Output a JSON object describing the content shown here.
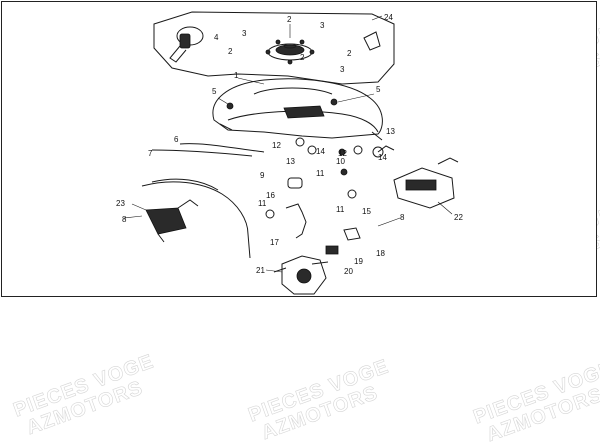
{
  "watermark": {
    "line1": "PIECES VOGE",
    "line2": "AZMOTORS"
  },
  "callouts": [
    "1",
    "2",
    "2",
    "2",
    "2",
    "3",
    "3",
    "3",
    "4",
    "5",
    "5",
    "6",
    "7",
    "8",
    "8",
    "9",
    "10",
    "11",
    "11",
    "11",
    "12",
    "12",
    "13",
    "13",
    "14",
    "14",
    "15",
    "16",
    "17",
    "18",
    "19",
    "20",
    "21",
    "22",
    "23",
    "24"
  ]
}
